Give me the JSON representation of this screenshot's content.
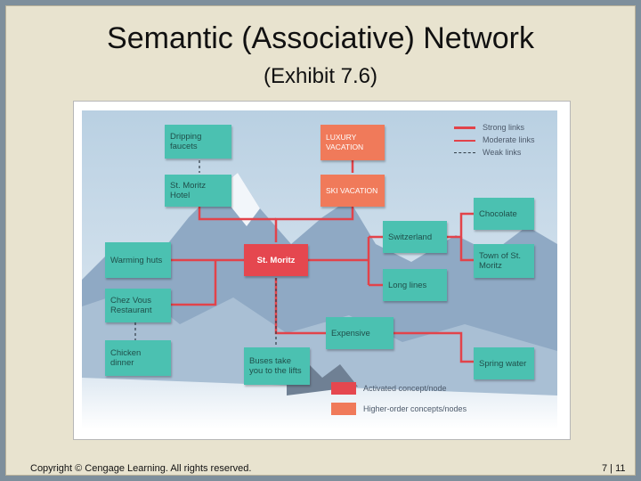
{
  "slide": {
    "title": "Semantic (Associative) Network",
    "subtitle": "(Exhibit 7.6)",
    "footer": "Copyright © Cengage Learning. All rights reserved.",
    "page_number": "7 | 11"
  },
  "diagram": {
    "nodes": {
      "dripping_faucets": "Dripping faucets",
      "st_moritz_hotel": "St. Moritz Hotel",
      "luxury_vacation": "LUXURY VACATION",
      "ski_vacation": "SKI VACATION",
      "warming_huts": "Warming huts",
      "st_moritz": "St. Moritz",
      "chez_vous": "Chez Vous Restaurant",
      "chicken_dinner": "Chicken dinner",
      "buses": "Buses take you to the lifts",
      "switzerland": "Switzerland",
      "long_lines": "Long lines",
      "expensive": "Expensive",
      "chocolate": "Chocolate",
      "town_of_st_moritz": "Town of St. Moritz",
      "spring_water": "Spring water"
    },
    "legend": {
      "strong": "Strong links",
      "moderate": "Moderate links",
      "weak": "Weak links",
      "activated": "Activated concept/node",
      "higher_order": "Higher-order concepts/nodes"
    },
    "colors": {
      "link": "#e2434a",
      "weak_link": "#2f3b45",
      "lower_node": "#4bc1b1",
      "higher_node": "#f07a5a",
      "active_node": "#e5474f"
    }
  }
}
